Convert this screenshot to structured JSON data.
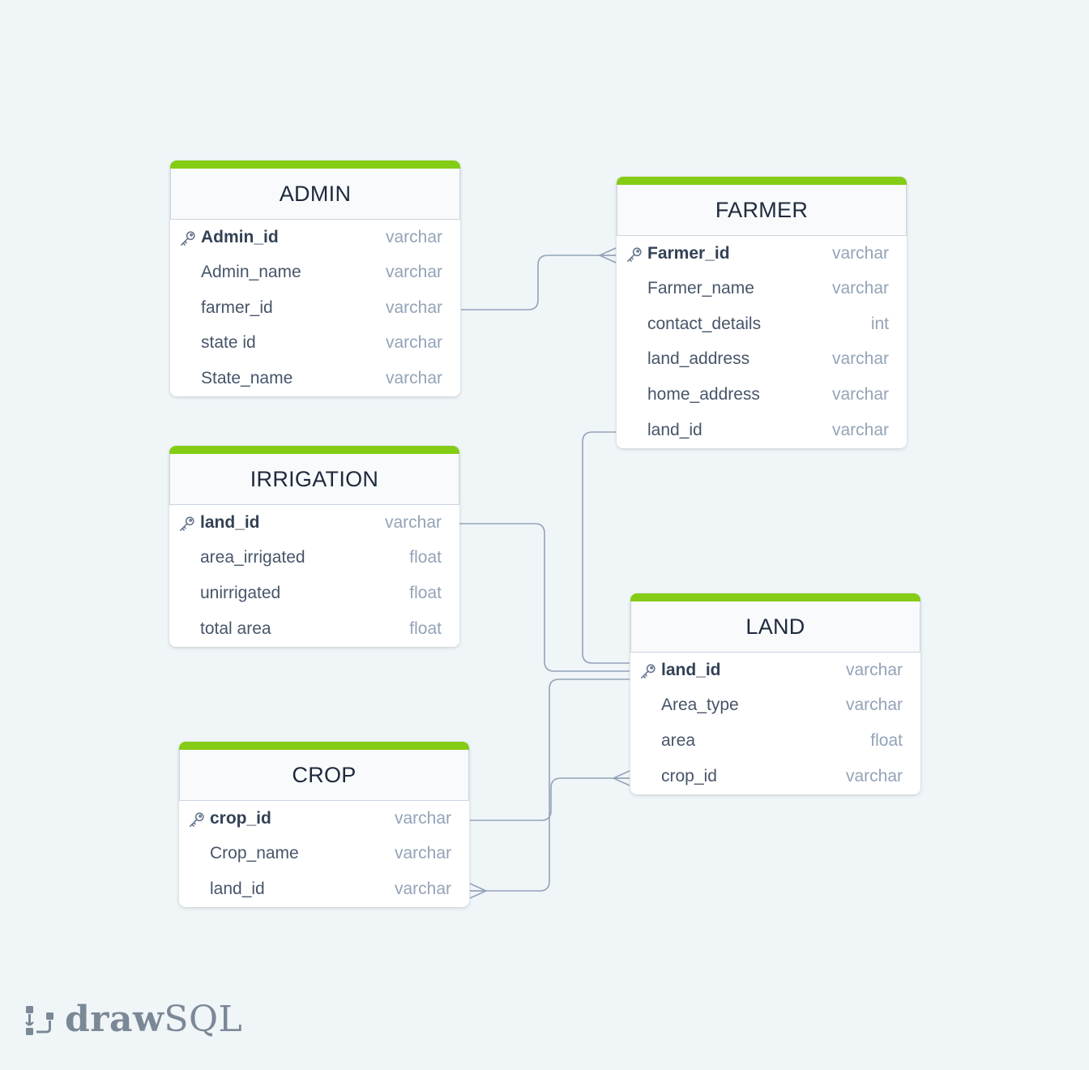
{
  "tables": {
    "admin": {
      "name": "ADMIN",
      "columns": [
        {
          "name": "Admin_id",
          "type": "varchar",
          "pk": true
        },
        {
          "name": "Admin_name",
          "type": "varchar"
        },
        {
          "name": "farmer_id",
          "type": "varchar"
        },
        {
          "name": "state id",
          "type": "varchar"
        },
        {
          "name": "State_name",
          "type": "varchar"
        }
      ]
    },
    "farmer": {
      "name": "FARMER",
      "columns": [
        {
          "name": "Farmer_id",
          "type": "varchar",
          "pk": true
        },
        {
          "name": "Farmer_name",
          "type": "varchar"
        },
        {
          "name": "contact_details",
          "type": "int"
        },
        {
          "name": "land_address",
          "type": "varchar"
        },
        {
          "name": "home_address",
          "type": "varchar"
        },
        {
          "name": "land_id",
          "type": "varchar"
        }
      ]
    },
    "irrigation": {
      "name": "IRRIGATION",
      "columns": [
        {
          "name": "land_id",
          "type": "varchar",
          "pk": true
        },
        {
          "name": "area_irrigated",
          "type": "float"
        },
        {
          "name": "unirrigated",
          "type": "float"
        },
        {
          "name": "total area",
          "type": "float"
        }
      ]
    },
    "land": {
      "name": "LAND",
      "columns": [
        {
          "name": "land_id",
          "type": "varchar",
          "pk": true
        },
        {
          "name": "Area_type",
          "type": "varchar"
        },
        {
          "name": "area",
          "type": "float"
        },
        {
          "name": "crop_id",
          "type": "varchar"
        }
      ]
    },
    "crop": {
      "name": "CROP",
      "columns": [
        {
          "name": "crop_id",
          "type": "varchar",
          "pk": true
        },
        {
          "name": "Crop_name",
          "type": "varchar"
        },
        {
          "name": "land_id",
          "type": "varchar"
        }
      ]
    }
  },
  "relationships": [
    {
      "from": "ADMIN.farmer_id",
      "to": "FARMER.Farmer_id",
      "cardinality": "one-to-many"
    },
    {
      "from": "FARMER.land_id",
      "to": "LAND.land_id",
      "cardinality": "one-to-one"
    },
    {
      "from": "IRRIGATION.land_id",
      "to": "LAND.land_id",
      "cardinality": "one-to-one"
    },
    {
      "from": "CROP.crop_id",
      "to": "LAND.crop_id",
      "cardinality": "one-to-many"
    },
    {
      "from": "LAND.land_id",
      "to": "CROP.land_id",
      "cardinality": "one-to-many"
    }
  ],
  "colors": {
    "accent": "#84cc16",
    "connector": "#94a3b8",
    "background": "#f0f5f8"
  },
  "brand": {
    "bold": "draw",
    "light": "SQL",
    "icon": "drawsql-logo-icon"
  }
}
